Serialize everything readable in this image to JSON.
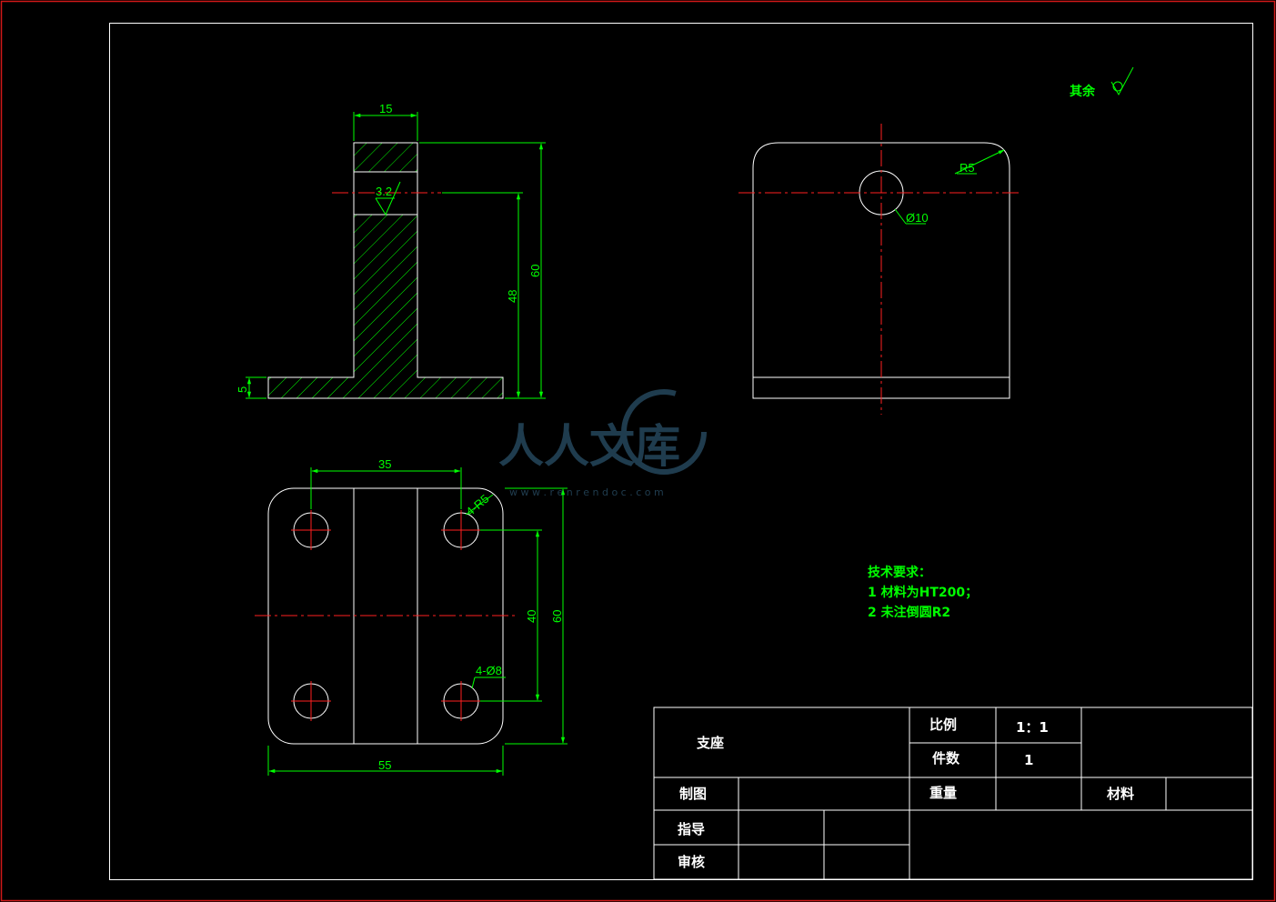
{
  "roughness_note": {
    "label": "其余"
  },
  "front_view": {
    "dims": {
      "width_top": "15",
      "height_total": "60",
      "height_hole": "48",
      "base_thickness": "5",
      "roughness": "3.2"
    }
  },
  "side_view": {
    "dims": {
      "radius": "R5",
      "hole_dia": "Ø10"
    }
  },
  "top_view": {
    "dims": {
      "hole_spacing_x": "35",
      "corner_radius": "4-R5",
      "hole_spacing_y": "40",
      "height": "60",
      "holes": "4-Ø8",
      "width": "55"
    }
  },
  "tech_requirements": {
    "title": "技术要求：",
    "items": [
      "1  材料为HT200；",
      "2  未注倒圆R2"
    ]
  },
  "watermark": {
    "text": "人人文库",
    "url": "w w w . r e n r e n d o c . c o m"
  },
  "title_block": {
    "part_name": "支座",
    "scale_label": "比例",
    "scale_value": "1：1",
    "qty_label": "件数",
    "qty_value": "1",
    "drawn_label": "制图",
    "weight_label": "重量",
    "material_label": "材料",
    "guide_label": "指导",
    "review_label": "审核"
  }
}
